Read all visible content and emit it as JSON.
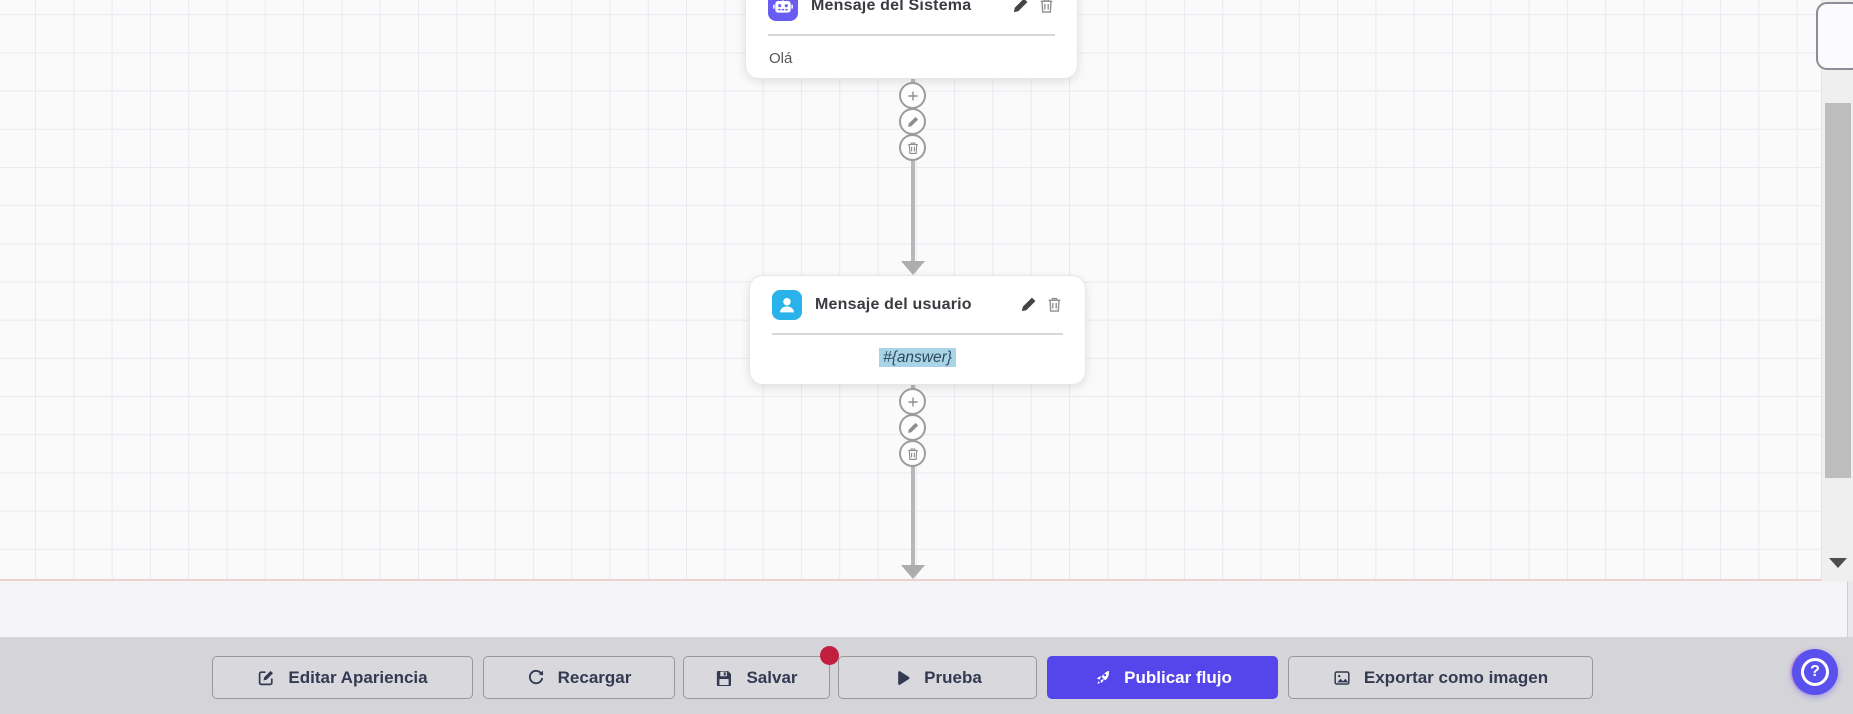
{
  "canvas": {
    "background": "#fafafa",
    "grid_line_color": "#e9e9f2",
    "nodes": [
      {
        "title": "Mensaje del Sistema",
        "body": "Olá",
        "icon": "robot-icon",
        "icon_color": "#695cf3"
      },
      {
        "title": "Mensaje del usuario",
        "body": "#{answer}",
        "icon": "user-icon",
        "icon_color": "#2ab3ea"
      }
    ],
    "node_action_icons": [
      "pencil-icon",
      "trash-icon"
    ],
    "connector_menu_icons": [
      "plus-icon",
      "pencil-icon",
      "trash-icon"
    ],
    "connector_color": "#b7b7b7"
  },
  "toolbar": {
    "background": "#d5d5d9",
    "buttons": [
      {
        "label": "Editar Apariencia",
        "icon": "edit-appearance-icon"
      },
      {
        "label": "Recargar",
        "icon": "reload-icon"
      },
      {
        "label": "Salvar",
        "icon": "save-icon",
        "unsaved_badge": true,
        "badge_color": "#c11f3f"
      },
      {
        "label": "Prueba",
        "icon": "play-icon"
      },
      {
        "label": "Publicar flujo",
        "icon": "rocket-icon",
        "variant": "primary",
        "color": "#5546ec"
      },
      {
        "label": "Exportar como imagen",
        "icon": "image-icon"
      }
    ]
  },
  "help_button": {
    "label": "?",
    "color": "#5a50ee"
  }
}
